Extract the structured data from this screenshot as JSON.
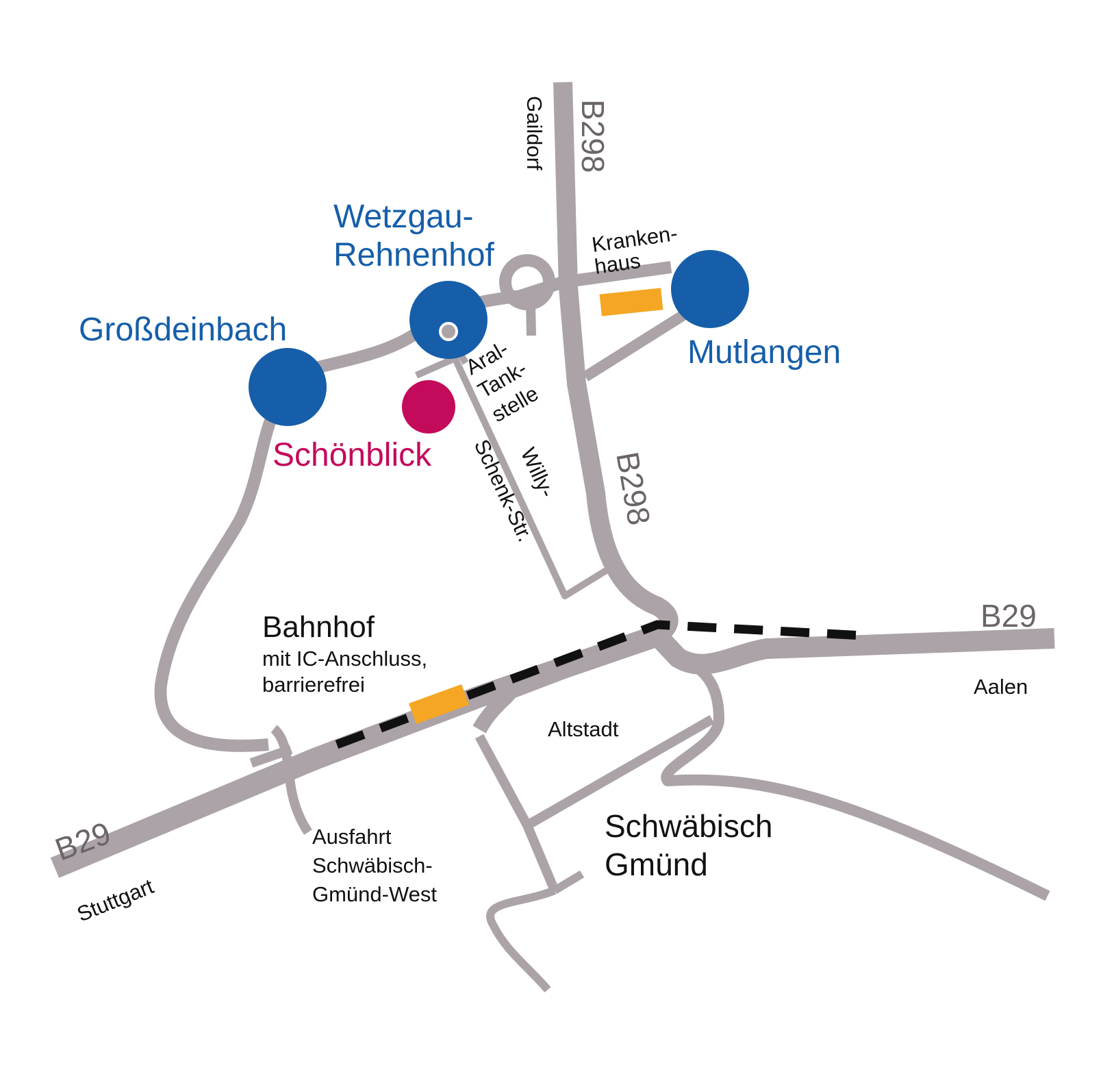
{
  "colors": {
    "road": "#aba3a8",
    "town_marker": "#165ea9",
    "destination_marker": "#c40a5b",
    "station_marker": "#f5a623",
    "railway": "#111111",
    "road_number": "#6b6469"
  },
  "places": {
    "grossdeinbach": "Großdeinbach",
    "wetzgau_line1": "Wetzgau-",
    "wetzgau_line2": "Rehnenhof",
    "mutlangen": "Mutlangen",
    "schoenblick": "Schönblick",
    "schwaebisch_line1": "Schwäbisch",
    "schwaebisch_line2": "Gmünd",
    "bahnhof": "Bahnhof",
    "bahnhof_line2": "mit IC-Anschluss,",
    "bahnhof_line3": "barrierefrei"
  },
  "roads": {
    "b298_top": "B298",
    "b298_mid": "B298",
    "b29_east": "B29",
    "b29_west": "B29"
  },
  "labels": {
    "gaildorf": "Gaildorf",
    "krankenhaus_line1": "Kranken-",
    "krankenhaus_line2": "haus",
    "aral_line1": "Aral-",
    "aral_line2": "Tank-",
    "aral_line3": "stelle",
    "willy": "Willy-",
    "schenk": "Schenk-Str.",
    "aalen": "Aalen",
    "altstadt": "Altstadt",
    "stuttgart": "Stuttgart",
    "ausfahrt_line1": "Ausfahrt",
    "ausfahrt_line2": "Schwäbisch-",
    "ausfahrt_line3": "Gmünd-West"
  }
}
